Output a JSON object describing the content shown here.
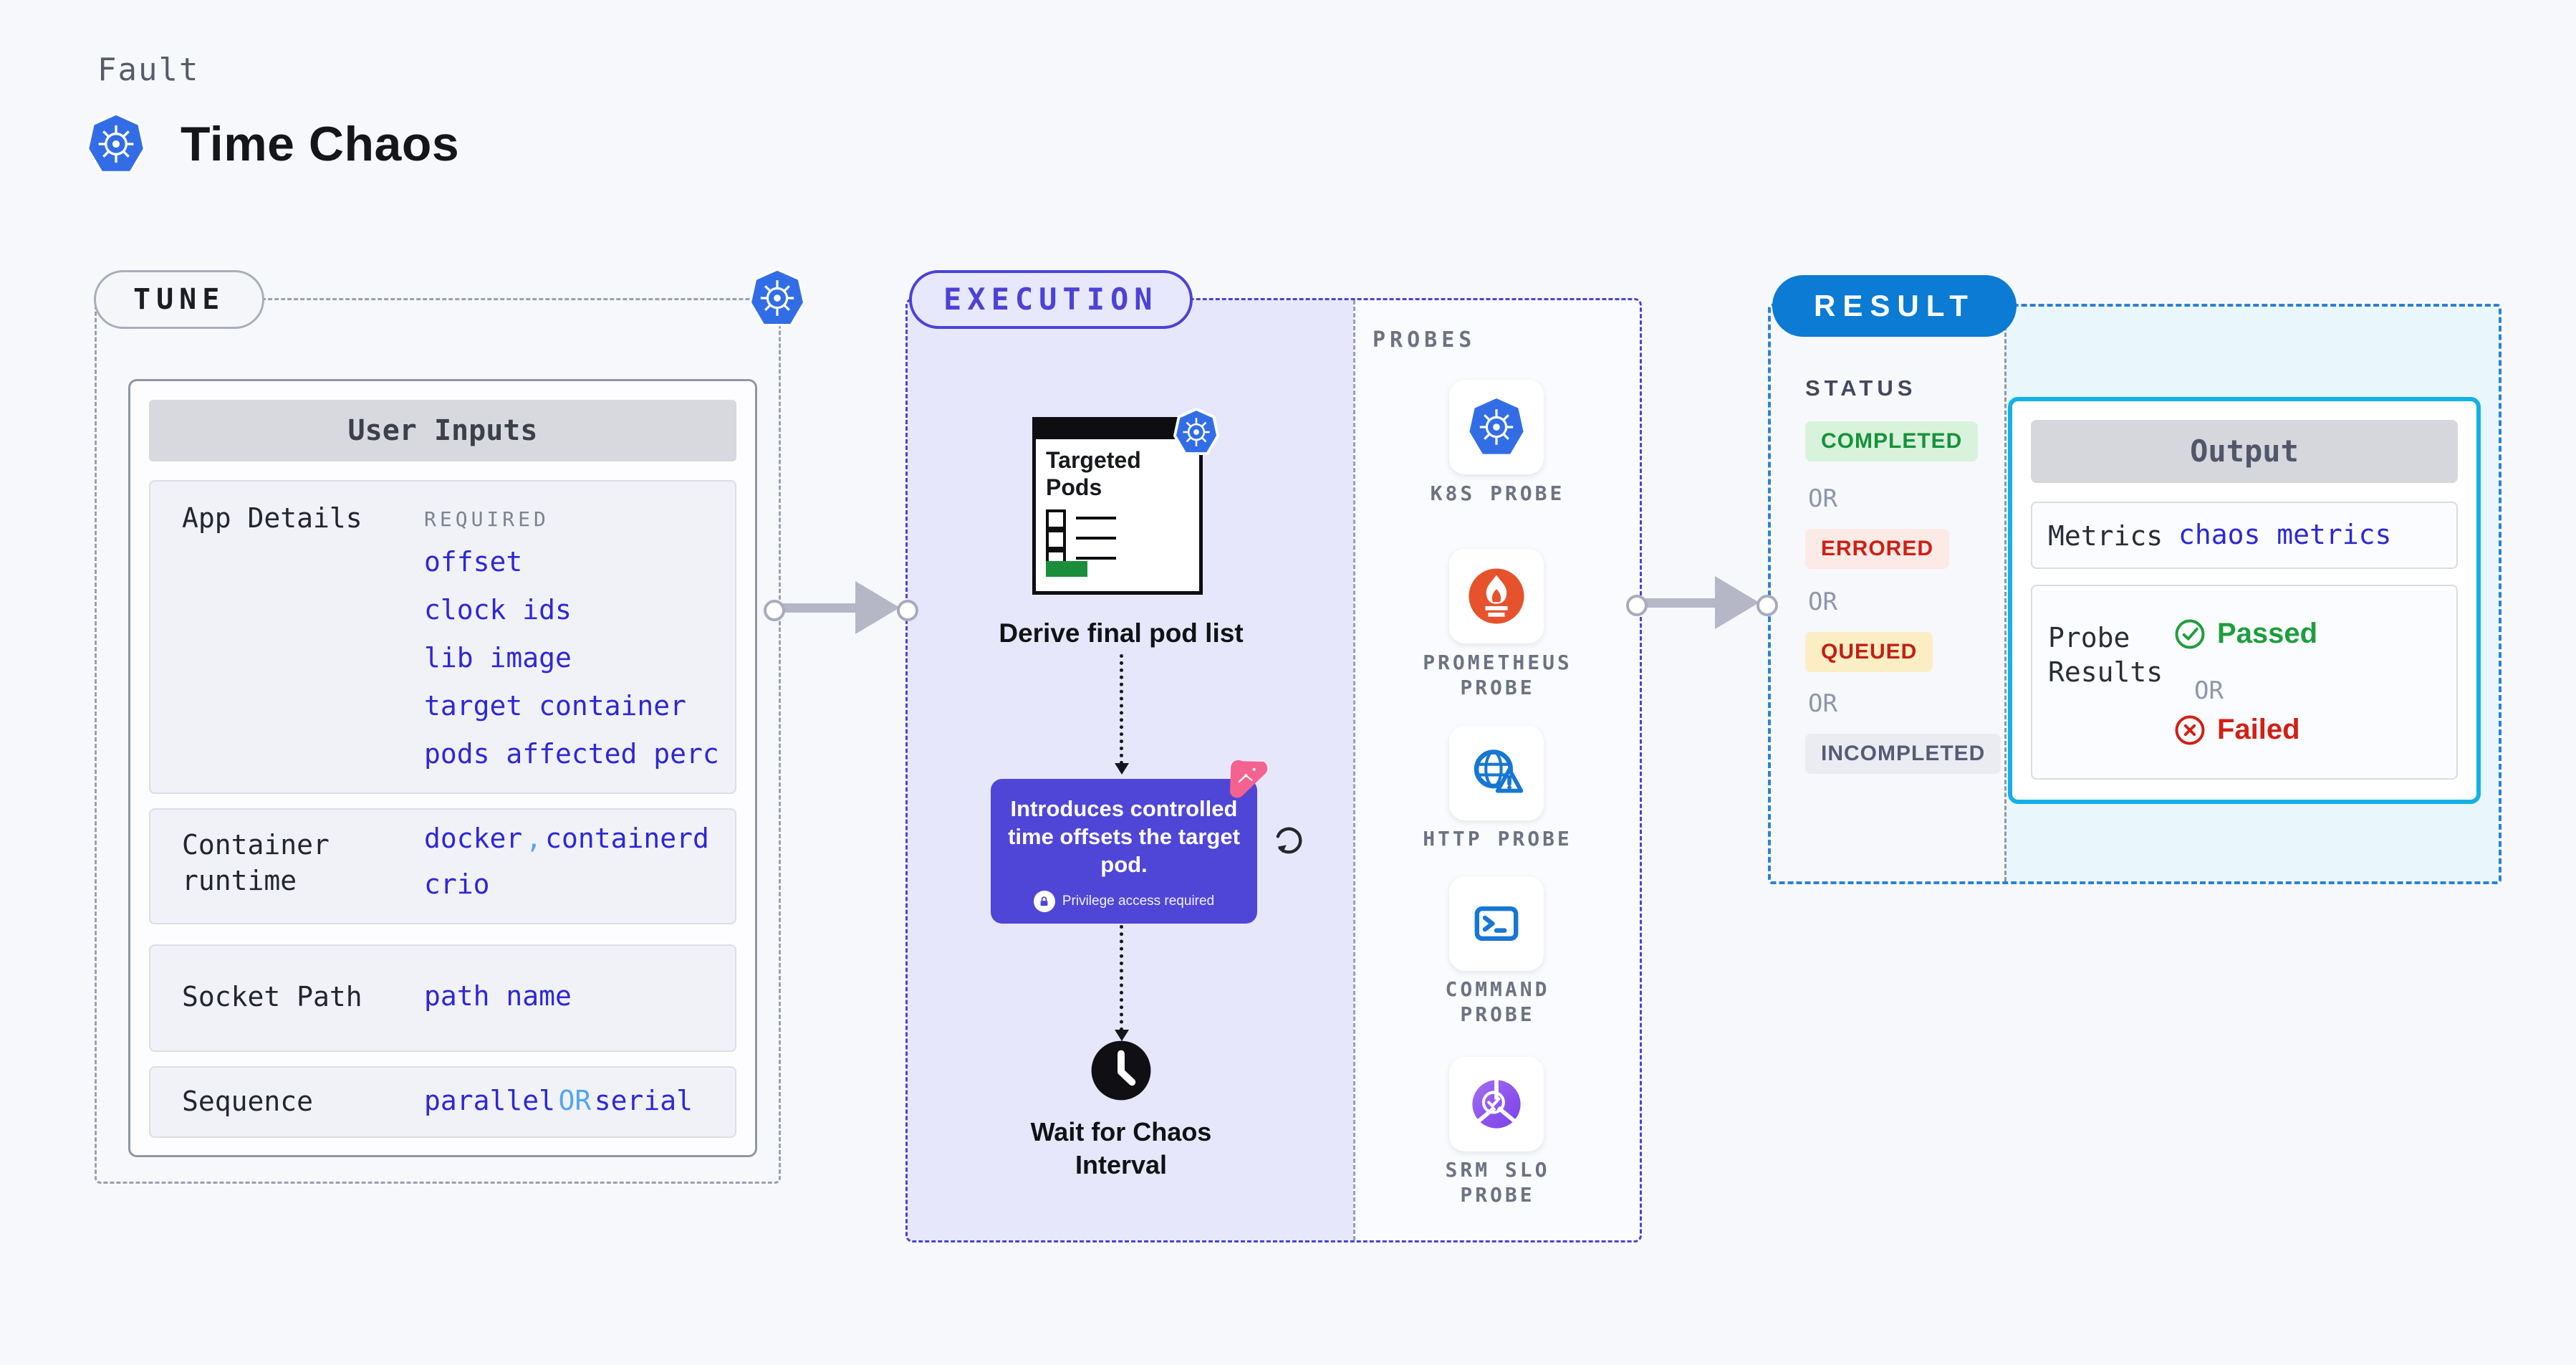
{
  "header": {
    "fault_label": "Fault",
    "title": "Time Chaos"
  },
  "tune": {
    "pill": "TUNE",
    "card_title": "User Inputs",
    "app_details": {
      "label": "App Details",
      "required_label": "REQUIRED",
      "links": [
        "offset",
        "clock ids",
        "lib image",
        "target container",
        "pods affected perc"
      ]
    },
    "container_runtime": {
      "label": "Container runtime",
      "value_a": "docker",
      "separator": ",",
      "value_b": "containerd",
      "value_c": "crio"
    },
    "socket_path": {
      "label": "Socket Path",
      "value": "path name"
    },
    "sequence": {
      "label": "Sequence",
      "value_a": "parallel",
      "or": "OR",
      "value_b": "serial"
    }
  },
  "execution": {
    "pill": "EXECUTION",
    "targeted_pods_title": "Targeted Pods",
    "derive_label": "Derive final pod list",
    "tooltip": {
      "text": "Introduces controlled time offsets the target pod.",
      "privilege": "Privilege access required"
    },
    "wait_label": "Wait for Chaos Interval"
  },
  "probes": {
    "heading": "PROBES",
    "items": [
      {
        "icon": "kubernetes-icon",
        "line1": "K8S PROBE",
        "line2": ""
      },
      {
        "icon": "prometheus-icon",
        "line1": "PROMETHEUS",
        "line2": "PROBE"
      },
      {
        "icon": "http-globe-warning-icon",
        "line1": "HTTP PROBE",
        "line2": ""
      },
      {
        "icon": "command-terminal-icon",
        "line1": "COMMAND",
        "line2": "PROBE"
      },
      {
        "icon": "srm-slo-pie-check-icon",
        "line1": "SRM SLO",
        "line2": "PROBE"
      }
    ]
  },
  "result": {
    "pill": "RESULT",
    "status_heading": "STATUS",
    "or_label": "OR",
    "badges": [
      "COMPLETED",
      "ERRORED",
      "QUEUED",
      "INCOMPLETED"
    ],
    "output": {
      "title": "Output",
      "metrics_label": "Metrics",
      "metrics_value": "chaos metrics",
      "probe_results_label": "Probe Results",
      "passed": "Passed",
      "or_label": "OR",
      "failed": "Failed"
    }
  },
  "colors": {
    "background": "#f7f8fc",
    "kubernetes_blue": "#326de6",
    "link_blue": "#2d28d6",
    "light_blue": "#55a6ee",
    "execution_indigo": "#4b42d6",
    "execution_panel": "#e7e7fb",
    "tooltip_purple": "#4f46d8",
    "chaos_pink": "#f4628f",
    "result_blue": "#0b7bd4",
    "output_border_cyan": "#14b0e7",
    "cyan_panel": "#e9f6fc",
    "completed_green": "#17923b",
    "errored_red": "#cd2013",
    "queued_yellow_bg": "#fbeec4",
    "incompleted_gray": "#565c77",
    "prometheus_orange": "#e6522c",
    "probe_icon_blue": "#1777d3",
    "passed_green": "#1e9e3e",
    "failed_red": "#d21f14",
    "targeted_green": "#1b8e3c"
  }
}
